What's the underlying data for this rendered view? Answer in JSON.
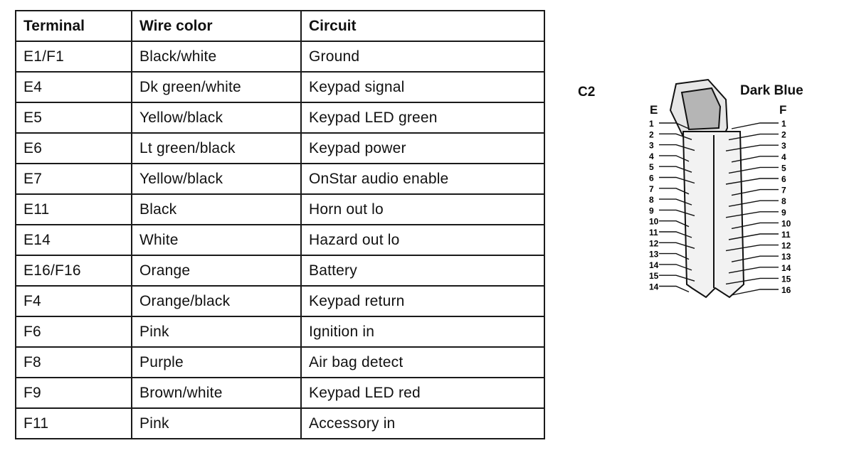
{
  "table": {
    "headers": [
      "Terminal",
      "Wire color",
      "Circuit"
    ],
    "rows": [
      [
        "E1/F1",
        "Black/white",
        "Ground"
      ],
      [
        "E4",
        "Dk green/white",
        "Keypad signal"
      ],
      [
        "E5",
        "Yellow/black",
        "Keypad LED green"
      ],
      [
        "E6",
        "Lt green/black",
        "Keypad power"
      ],
      [
        "E7",
        "Yellow/black",
        "OnStar audio enable"
      ],
      [
        "E11",
        "Black",
        "Horn out lo"
      ],
      [
        "E14",
        "White",
        "Hazard out lo"
      ],
      [
        "E16/F16",
        "Orange",
        "Battery"
      ],
      [
        "F4",
        "Orange/black",
        "Keypad return"
      ],
      [
        "F6",
        "Pink",
        "Ignition in"
      ],
      [
        "F8",
        "Purple",
        "Air bag detect"
      ],
      [
        "F9",
        "Brown/white",
        "Keypad LED red"
      ],
      [
        "F11",
        "Pink",
        "Accessory in"
      ]
    ]
  },
  "connector": {
    "id": "C2",
    "color": "Dark Blue",
    "left_side": "E",
    "right_side": "F",
    "left_pins": [
      "1",
      "2",
      "3",
      "4",
      "5",
      "6",
      "7",
      "8",
      "9",
      "10",
      "11",
      "12",
      "13",
      "14",
      "15",
      "14"
    ],
    "right_pins": [
      "1",
      "2",
      "3",
      "4",
      "5",
      "6",
      "7",
      "8",
      "9",
      "10",
      "11",
      "12",
      "13",
      "14",
      "15",
      "16"
    ]
  }
}
